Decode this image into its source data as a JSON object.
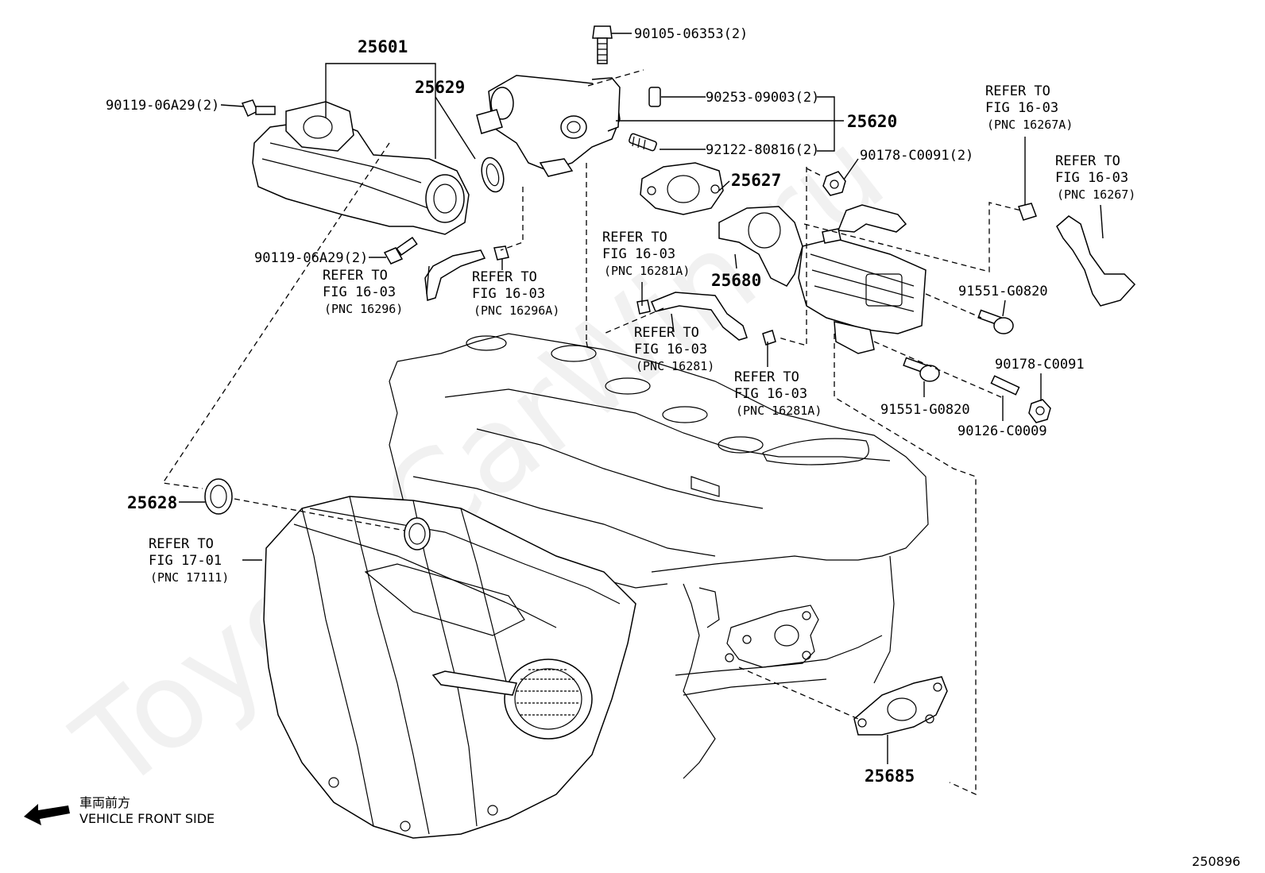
{
  "watermark": "ToyotaCarWin.ru",
  "diagram_id": "250896",
  "vehicle_front": {
    "jp": "車両前方",
    "en": "VEHICLE FRONT SIDE"
  },
  "callouts": {
    "c25601": "25601",
    "c25629": "25629",
    "c25620": "25620",
    "c25627": "25627",
    "c25680": "25680",
    "c25628": "25628",
    "c25685": "25685",
    "b90105": "90105-06353(2)",
    "b90253": "90253-09003(2)",
    "b92122": "92122-80816(2)",
    "b90178a": "90178-C0091(2)",
    "b90119a": "90119-06A29(2)",
    "b90119b": "90119-06A29(2)",
    "b91551a": "91551-G0820",
    "b91551b": "91551-G0820",
    "b90178b": "90178-C0091",
    "b90126": "90126-C0009"
  },
  "refs": [
    {
      "l1": "REFER TO",
      "l2": "FIG 16-03",
      "l3": "(PNC 16296)"
    },
    {
      "l1": "REFER TO",
      "l2": "FIG 16-03",
      "l3": "(PNC 16296A)"
    },
    {
      "l1": "REFER TO",
      "l2": "FIG 16-03",
      "l3": "(PNC 16281A)"
    },
    {
      "l1": "REFER TO",
      "l2": "FIG 16-03",
      "l3": "(PNC 16281)"
    },
    {
      "l1": "REFER TO",
      "l2": "FIG 16-03",
      "l3": "(PNC 16281A)"
    },
    {
      "l1": "REFER TO",
      "l2": "FIG 16-03",
      "l3": "(PNC 16267A)"
    },
    {
      "l1": "REFER TO",
      "l2": "FIG 16-03",
      "l3": "(PNC 16267)"
    },
    {
      "l1": "REFER TO",
      "l2": "FIG 17-01",
      "l3": "(PNC 17111)"
    }
  ]
}
